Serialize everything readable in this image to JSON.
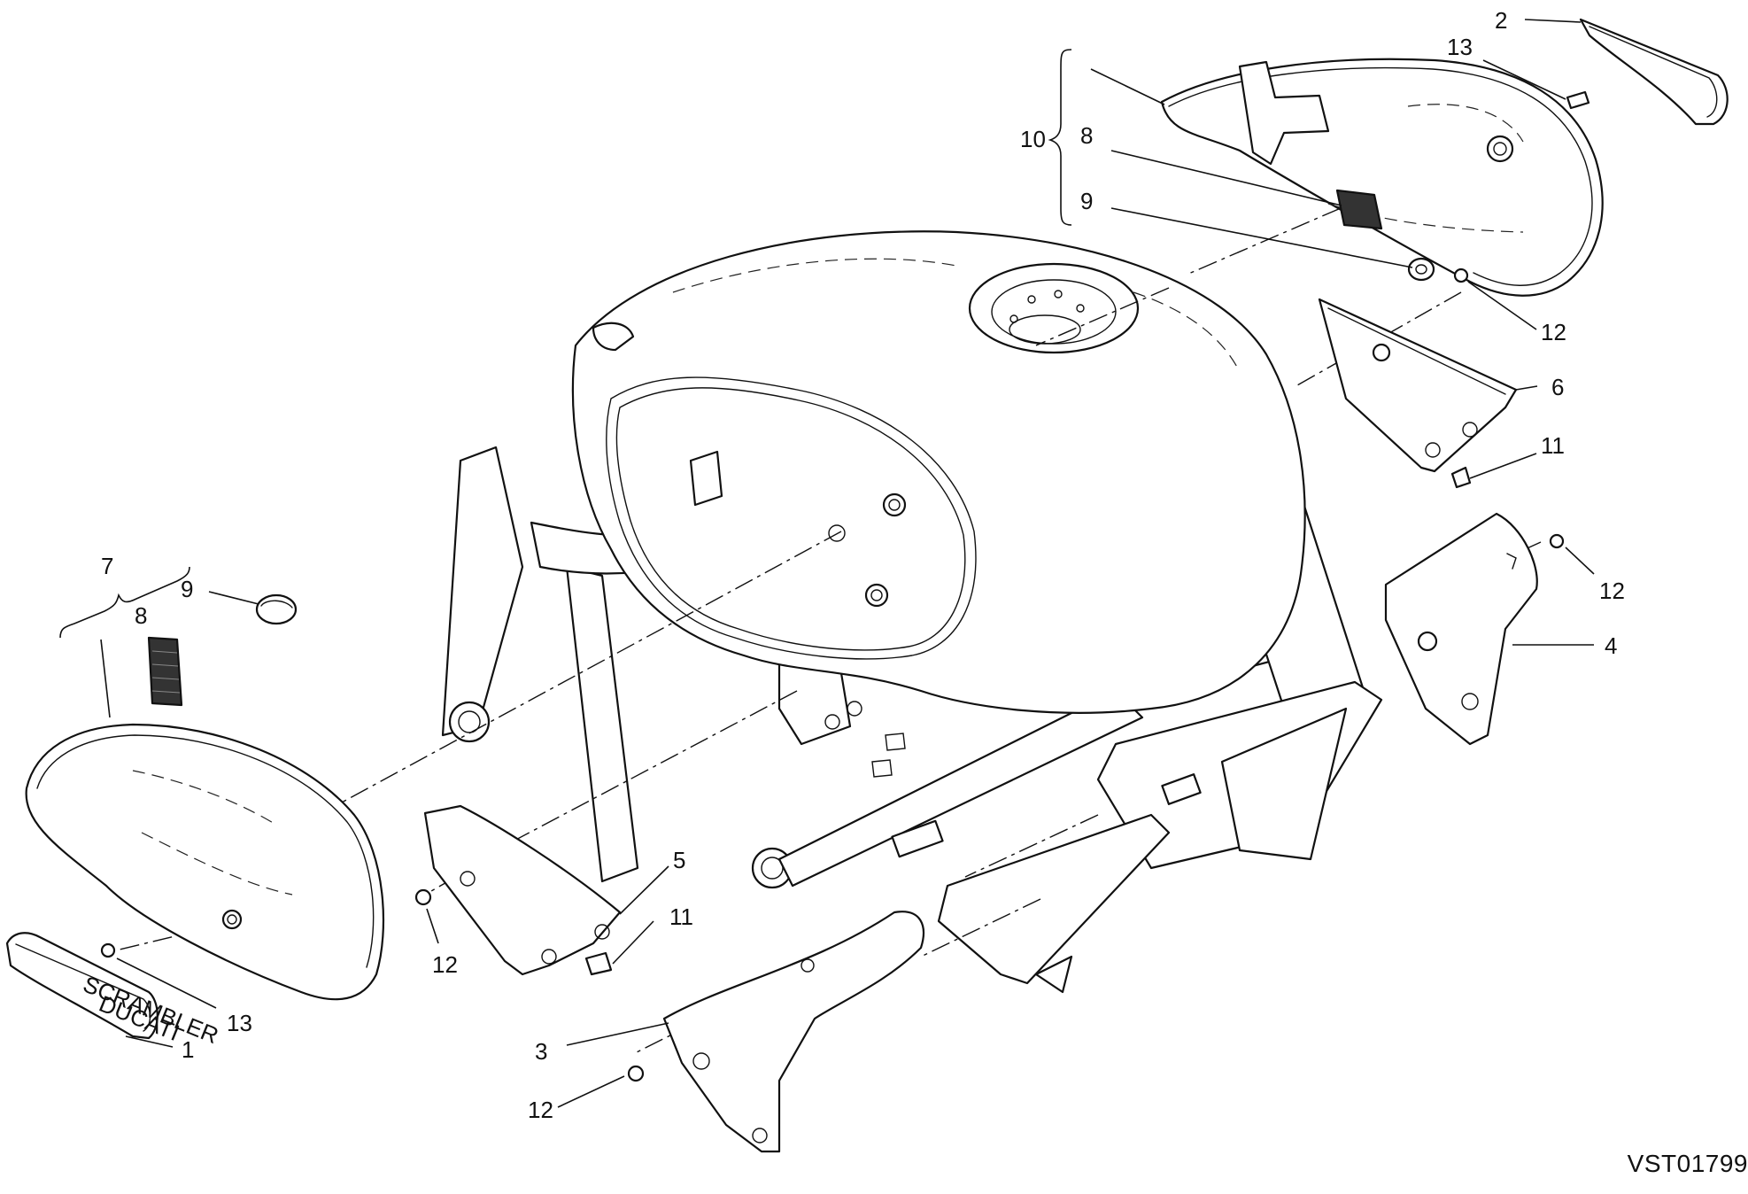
{
  "drawing": {
    "reference_code": "VST01799",
    "colors": {
      "line": "#111111",
      "background": "#ffffff"
    }
  },
  "callouts": [
    {
      "id": "c1",
      "label": "1"
    },
    {
      "id": "c2",
      "label": "2"
    },
    {
      "id": "c3",
      "label": "3"
    },
    {
      "id": "c4",
      "label": "4"
    },
    {
      "id": "c5",
      "label": "5"
    },
    {
      "id": "c6",
      "label": "6"
    },
    {
      "id": "c7",
      "label": "7"
    },
    {
      "id": "c8a",
      "label": "8"
    },
    {
      "id": "c8b",
      "label": "8"
    },
    {
      "id": "c9a",
      "label": "9"
    },
    {
      "id": "c9b",
      "label": "9"
    },
    {
      "id": "c10",
      "label": "10"
    },
    {
      "id": "c11a",
      "label": "11"
    },
    {
      "id": "c11b",
      "label": "11"
    },
    {
      "id": "c12a",
      "label": "12"
    },
    {
      "id": "c12b",
      "label": "12"
    },
    {
      "id": "c12c",
      "label": "12"
    },
    {
      "id": "c12d",
      "label": "12"
    },
    {
      "id": "c13a",
      "label": "13"
    },
    {
      "id": "c13b",
      "label": "13"
    }
  ],
  "badge": {
    "text_top": "SCRAMBLER",
    "text_bottom": "DUCATI"
  }
}
